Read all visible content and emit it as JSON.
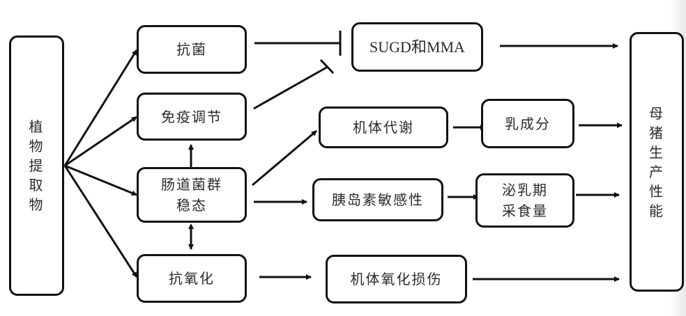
{
  "diagram": {
    "title": "",
    "nodes": {
      "plant_extract": "植物提取物",
      "antibacterial": "抗菌",
      "immune_regulation": "免疫调节",
      "gut_microbiota_line1": "肠道菌群",
      "gut_microbiota_line2": "稳态",
      "antioxidant": "抗氧化",
      "sugd_mma": "SUGD和MMA",
      "body_metabolism": "机体代谢",
      "milk_composition": "乳成分",
      "insulin_sensitivity": "胰岛素敏感性",
      "lactation_intake_line1": "泌乳期",
      "lactation_intake_line2": "采食量",
      "oxidative_damage": "机体氧化损伤",
      "sow_performance": "母猪生产性能"
    },
    "edges": [
      {
        "from": "plant_extract",
        "to": "antibacterial",
        "type": "arrow"
      },
      {
        "from": "plant_extract",
        "to": "immune_regulation",
        "type": "arrow"
      },
      {
        "from": "plant_extract",
        "to": "gut_microbiota",
        "type": "arrow"
      },
      {
        "from": "plant_extract",
        "to": "antioxidant",
        "type": "arrow"
      },
      {
        "from": "antibacterial",
        "to": "sugd_mma",
        "type": "inhibit"
      },
      {
        "from": "immune_regulation",
        "to": "sugd_mma",
        "type": "inhibit"
      },
      {
        "from": "gut_microbiota",
        "to": "immune_regulation",
        "type": "arrow"
      },
      {
        "from": "gut_microbiota",
        "to": "antioxidant",
        "type": "bidirectional"
      },
      {
        "from": "gut_microbiota",
        "to": "body_metabolism",
        "type": "arrow"
      },
      {
        "from": "gut_microbiota",
        "to": "insulin_sensitivity",
        "type": "arrow"
      },
      {
        "from": "body_metabolism",
        "to": "milk_composition",
        "type": "arrow"
      },
      {
        "from": "insulin_sensitivity",
        "to": "lactation_intake",
        "type": "arrow"
      },
      {
        "from": "antioxidant",
        "to": "oxidative_damage",
        "type": "arrow"
      },
      {
        "from": "sugd_mma",
        "to": "sow_performance",
        "type": "arrow"
      },
      {
        "from": "milk_composition",
        "to": "sow_performance",
        "type": "arrow"
      },
      {
        "from": "lactation_intake",
        "to": "sow_performance",
        "type": "arrow"
      },
      {
        "from": "oxidative_damage",
        "to": "sow_performance",
        "type": "arrow"
      }
    ]
  }
}
